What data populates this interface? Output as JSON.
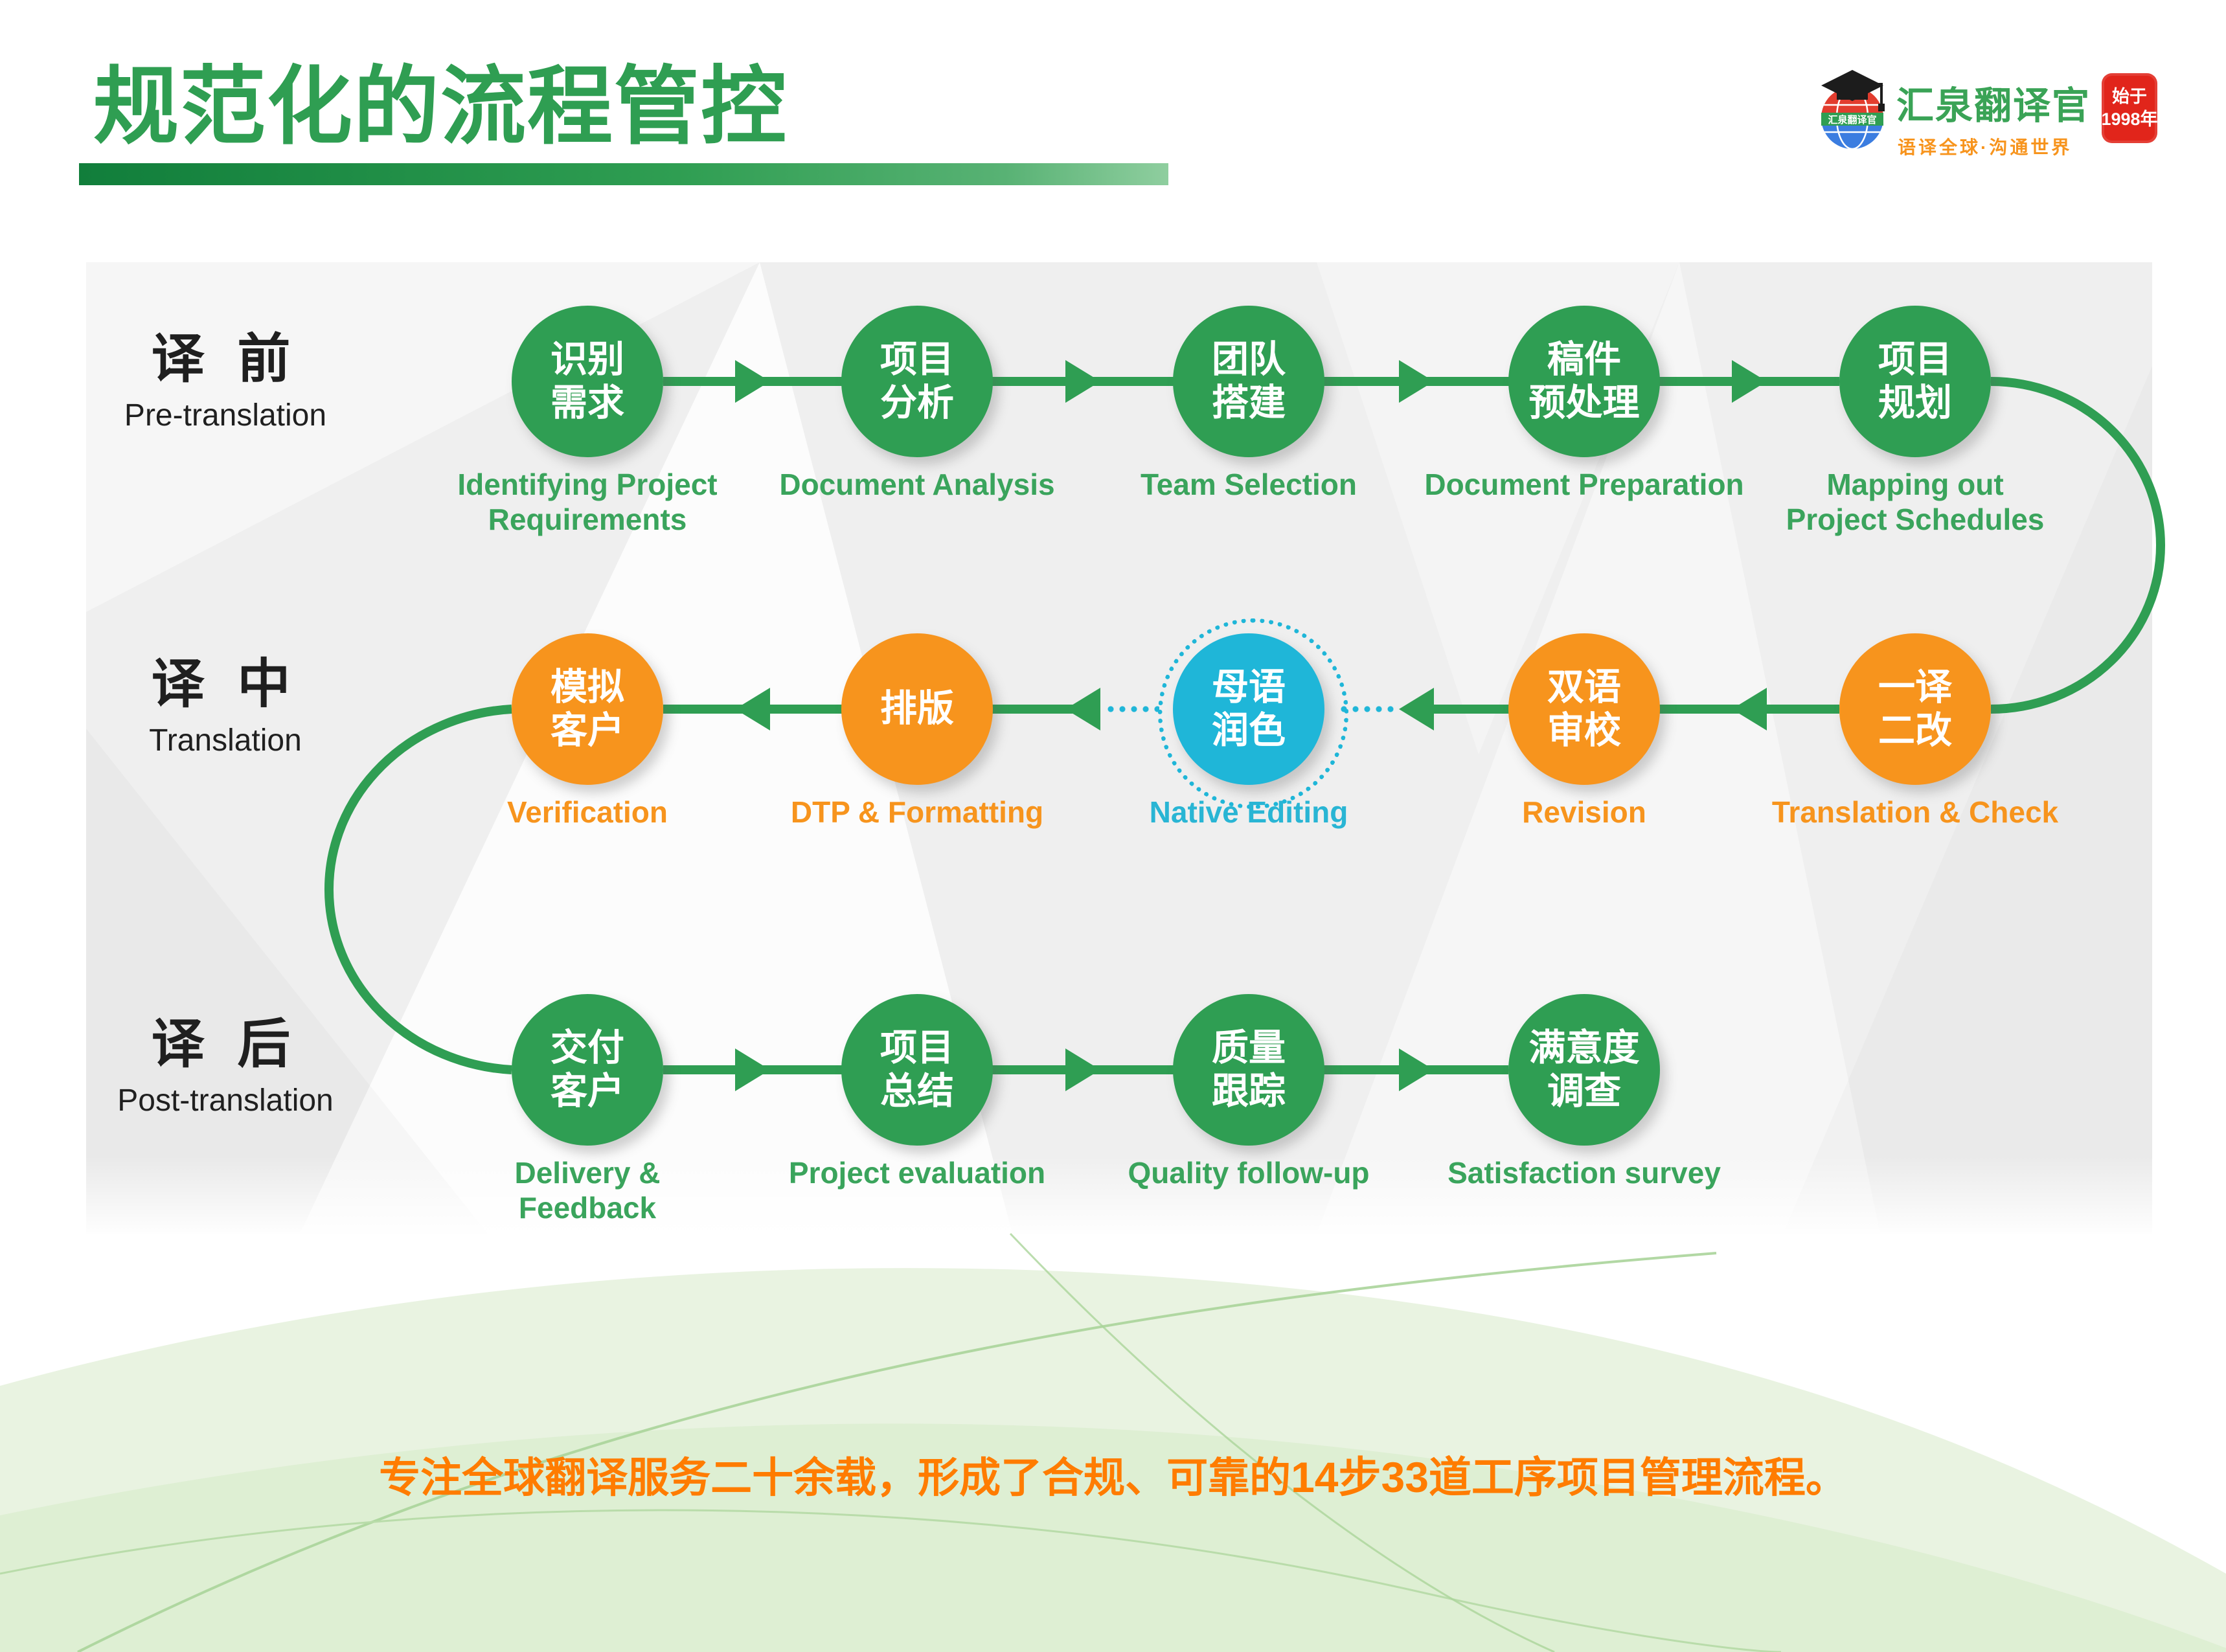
{
  "header": {
    "title": "规范化的流程管控"
  },
  "brand": {
    "name": "汇泉翻译官",
    "tagline": "语译全球·沟通世界",
    "globe_text": "汇泉翻译官",
    "seal_line1": "始于",
    "seal_line2": "1998年"
  },
  "colors": {
    "title_green": "#2f9e52",
    "step_green": "#2f9e53",
    "step_orange": "#f7941d",
    "step_cyan": "#1fb6d8",
    "caption_green": "#3aa45c",
    "caption_orange": "#f7941d",
    "caption_cyan": "#29b5d4",
    "seal_red": "#e1251b",
    "footer_orange": "#ff7c00"
  },
  "rows": [
    {
      "label_cn": "译 前",
      "label_en": "Pre-translation",
      "steps": [
        {
          "cn": [
            "识别",
            "需求"
          ],
          "en": [
            "Identifying Project",
            "Requirements"
          ],
          "color": "green"
        },
        {
          "cn": [
            "项目",
            "分析"
          ],
          "en": [
            "Document Analysis"
          ],
          "color": "green"
        },
        {
          "cn": [
            "团队",
            "搭建"
          ],
          "en": [
            "Team Selection"
          ],
          "color": "green"
        },
        {
          "cn": [
            "稿件",
            "预处理"
          ],
          "en": [
            "Document Preparation"
          ],
          "color": "green"
        },
        {
          "cn": [
            "项目",
            "规划"
          ],
          "en": [
            "Mapping out",
            "Project Schedules"
          ],
          "color": "green"
        }
      ]
    },
    {
      "label_cn": "译 中",
      "label_en": "Translation",
      "steps": [
        {
          "cn": [
            "模拟",
            "客户"
          ],
          "en": [
            "Verification"
          ],
          "color": "orange"
        },
        {
          "cn": [
            "排版"
          ],
          "en": [
            "DTP & Formatting"
          ],
          "color": "orange"
        },
        {
          "cn": [
            "母语",
            "润色"
          ],
          "en": [
            "Native Editing"
          ],
          "color": "cyan"
        },
        {
          "cn": [
            "双语",
            "审校"
          ],
          "en": [
            "Revision"
          ],
          "color": "orange"
        },
        {
          "cn": [
            "一译",
            "二改"
          ],
          "en": [
            "Translation & Check"
          ],
          "color": "orange"
        }
      ]
    },
    {
      "label_cn": "译 后",
      "label_en": "Post-translation",
      "steps": [
        {
          "cn": [
            "交付",
            "客户"
          ],
          "en": [
            "Delivery &",
            "Feedback"
          ],
          "color": "green"
        },
        {
          "cn": [
            "项目",
            "总结"
          ],
          "en": [
            "Project evaluation"
          ],
          "color": "green"
        },
        {
          "cn": [
            "质量",
            "跟踪"
          ],
          "en": [
            "Quality follow-up"
          ],
          "color": "green"
        },
        {
          "cn": [
            "满意度",
            "调查"
          ],
          "en": [
            "Satisfaction survey"
          ],
          "color": "green"
        }
      ]
    }
  ],
  "footer": {
    "prefix": "专注全球翻译服务二十余载，形成了合规、可靠的",
    "bold": "14步33道工序",
    "suffix": "项目管理流程。"
  }
}
